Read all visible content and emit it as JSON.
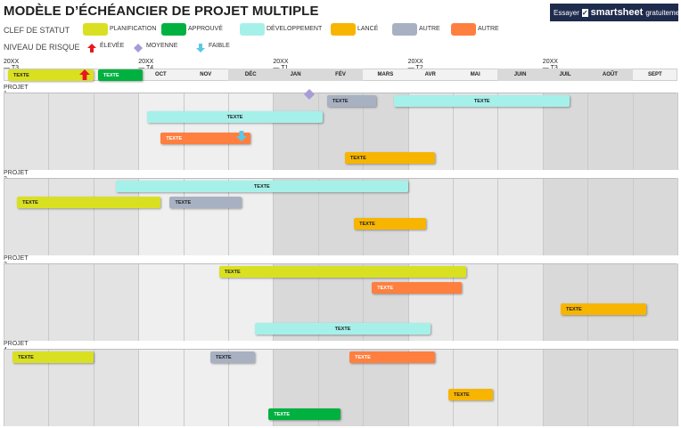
{
  "title": "MODÈLE D’ÉCHÉANCIER DE PROJET MULTIPLE",
  "brand": {
    "try_label": "Essayer",
    "name": "smartsheet",
    "suffix": "gratuitement"
  },
  "status_key": {
    "label": "CLEF DE STATUT",
    "items": [
      {
        "name": "PLANIFICATION",
        "color": "#d9e021"
      },
      {
        "name": "APPROUVÉ",
        "color": "#00b140"
      },
      {
        "name": "DÉVELOPPEMENT",
        "color": "#a6f0ea"
      },
      {
        "name": "LANCÉ",
        "color": "#f7b500"
      },
      {
        "name": "AUTRE",
        "color": "#a7b1c2"
      },
      {
        "name": "AUTRE",
        "color": "#ff7f3f"
      }
    ]
  },
  "risk_key": {
    "label": "NIVEAU DE RISQUE",
    "items": [
      {
        "name": "ÉLEVÉE",
        "icon": "up-arrow-icon",
        "color": "#e8181e"
      },
      {
        "name": "MOYENNE",
        "icon": "diamond-icon",
        "color": "#a89bd6"
      },
      {
        "name": "FAIBLE",
        "icon": "down-arrow-icon",
        "color": "#5bc8e8"
      }
    ]
  },
  "quarters": [
    "20XX — T3",
    "20XX — T4",
    "20XX — T1",
    "20XX — T2",
    "20XX — T3"
  ],
  "months": [
    "",
    "",
    "OCT",
    "NOV",
    "DÉC",
    "JAN",
    "FÉV",
    "MARS",
    "AVR",
    "MAI",
    "JUIN",
    "JUIL",
    "AOÛT",
    "SEPT"
  ],
  "projects": [
    {
      "name": "PROJET 1",
      "bars": [
        {
          "label": "TEXTE",
          "status": "PLANIFICATION",
          "start": 0.1,
          "end": 2.0,
          "lane": -1
        },
        {
          "label": "TEXTE",
          "status": "APPROUVÉ",
          "start": 2.1,
          "end": 3.1,
          "lane": -1
        },
        {
          "label": "TEXTE",
          "status": "AUTRE",
          "start": 7.2,
          "end": 8.3,
          "lane": 0
        },
        {
          "label": "TEXTE",
          "status": "DÉVELOPPEMENT",
          "start": 8.7,
          "end": 12.6,
          "lane": 0
        },
        {
          "label": "TEXTE",
          "status": "DÉVELOPPEMENT",
          "start": 3.2,
          "end": 7.1,
          "lane": 1
        },
        {
          "label": "TEXTE",
          "status": "AUTRE2",
          "start": 3.5,
          "end": 5.5,
          "lane": 2
        },
        {
          "label": "TEXTE",
          "status": "LANCÉ",
          "start": 7.6,
          "end": 9.6,
          "lane": 3
        }
      ],
      "milestones": [
        {
          "icon": "up-arrow-icon",
          "at": 1.8,
          "lane": -1
        },
        {
          "icon": "diamond-icon",
          "at": 6.8,
          "lane": "top"
        },
        {
          "icon": "down-arrow-icon",
          "at": 5.3,
          "lane": 2
        }
      ]
    },
    {
      "name": "PROJET 2",
      "bars": [
        {
          "label": "TEXTE",
          "status": "DÉVELOPPEMENT",
          "start": 2.5,
          "end": 9.0,
          "lane": 0
        },
        {
          "label": "TEXTE",
          "status": "PLANIFICATION",
          "start": 0.3,
          "end": 3.5,
          "lane": 1
        },
        {
          "label": "TEXTE",
          "status": "AUTRE",
          "start": 3.7,
          "end": 5.3,
          "lane": 1
        },
        {
          "label": "TEXTE",
          "status": "LANCÉ",
          "start": 7.8,
          "end": 9.4,
          "lane": 2
        }
      ],
      "milestones": []
    },
    {
      "name": "PROJET 3",
      "bars": [
        {
          "label": "TEXTE",
          "status": "PLANIFICATION",
          "start": 4.8,
          "end": 10.3,
          "lane": 0
        },
        {
          "label": "TEXTE",
          "status": "AUTRE2",
          "start": 8.2,
          "end": 10.2,
          "lane": 1
        },
        {
          "label": "TEXTE",
          "status": "LANCÉ",
          "start": 12.4,
          "end": 14.3,
          "lane": 2
        },
        {
          "label": "TEXTE",
          "status": "DÉVELOPPEMENT",
          "start": 5.6,
          "end": 9.5,
          "lane": 3
        }
      ],
      "milestones": []
    },
    {
      "name": "PROJET 4",
      "bars": [
        {
          "label": "TEXTE",
          "status": "PLANIFICATION",
          "start": 0.2,
          "end": 2.0,
          "lane": 0
        },
        {
          "label": "TEXTE",
          "status": "AUTRE",
          "start": 4.6,
          "end": 5.6,
          "lane": 0
        },
        {
          "label": "TEXTE",
          "status": "AUTRE2",
          "start": 7.7,
          "end": 9.6,
          "lane": 0
        },
        {
          "label": "TEXTE",
          "status": "LANCÉ",
          "start": 9.9,
          "end": 10.9,
          "lane": 2
        },
        {
          "label": "TEXTE",
          "status": "APPROUVÉ",
          "start": 5.9,
          "end": 7.5,
          "lane": 3
        }
      ],
      "milestones": []
    }
  ]
}
